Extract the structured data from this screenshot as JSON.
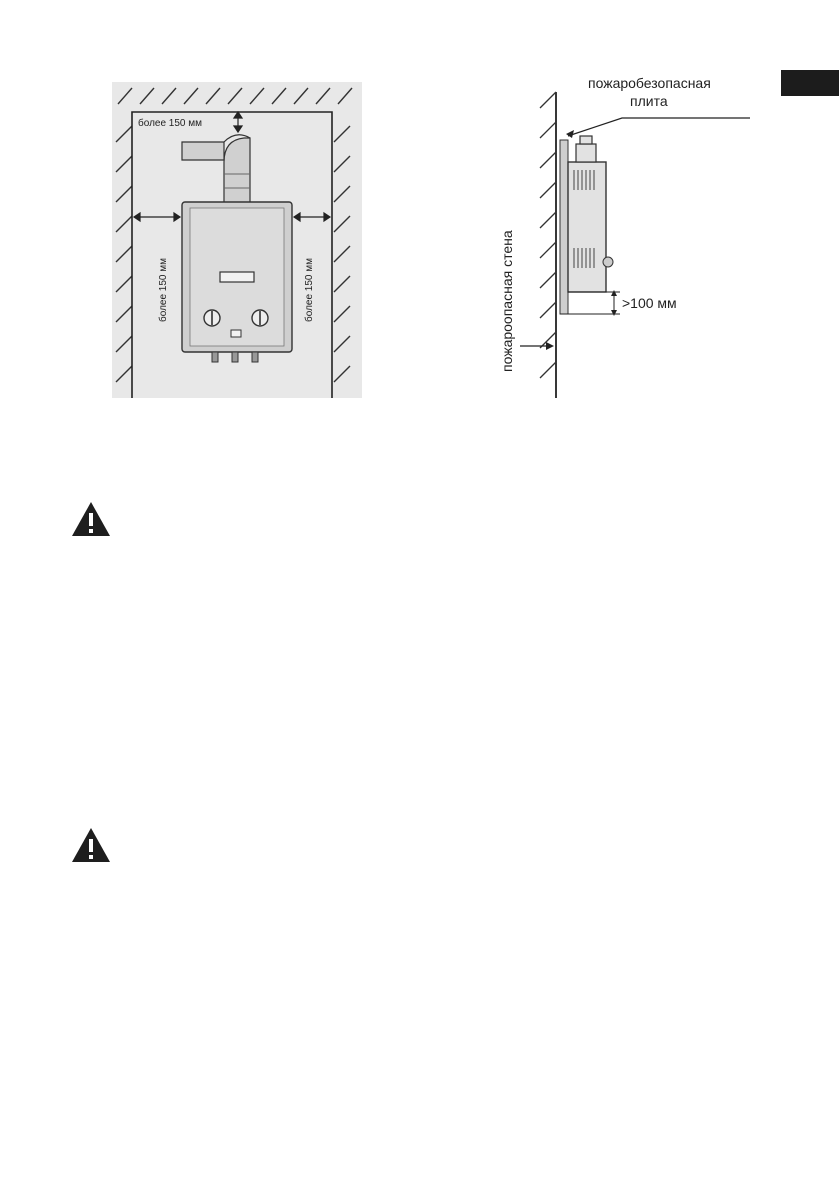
{
  "figure_left": {
    "label_top": "более 150 мм",
    "label_left": "более 150 мм",
    "label_right": "более 150 мм"
  },
  "figure_right": {
    "label_plate_line1": "пожаробезопасная",
    "label_plate_line2": "плита",
    "label_wall": "пожароопасная  стена",
    "label_gap": ">100 мм"
  },
  "warnings": [
    {
      "icon": "warning-triangle-icon"
    },
    {
      "icon": "warning-triangle-icon"
    }
  ],
  "colors": {
    "ink": "#222222",
    "tab": "#1c1c1c",
    "figure_background": "#e8e8e8"
  }
}
